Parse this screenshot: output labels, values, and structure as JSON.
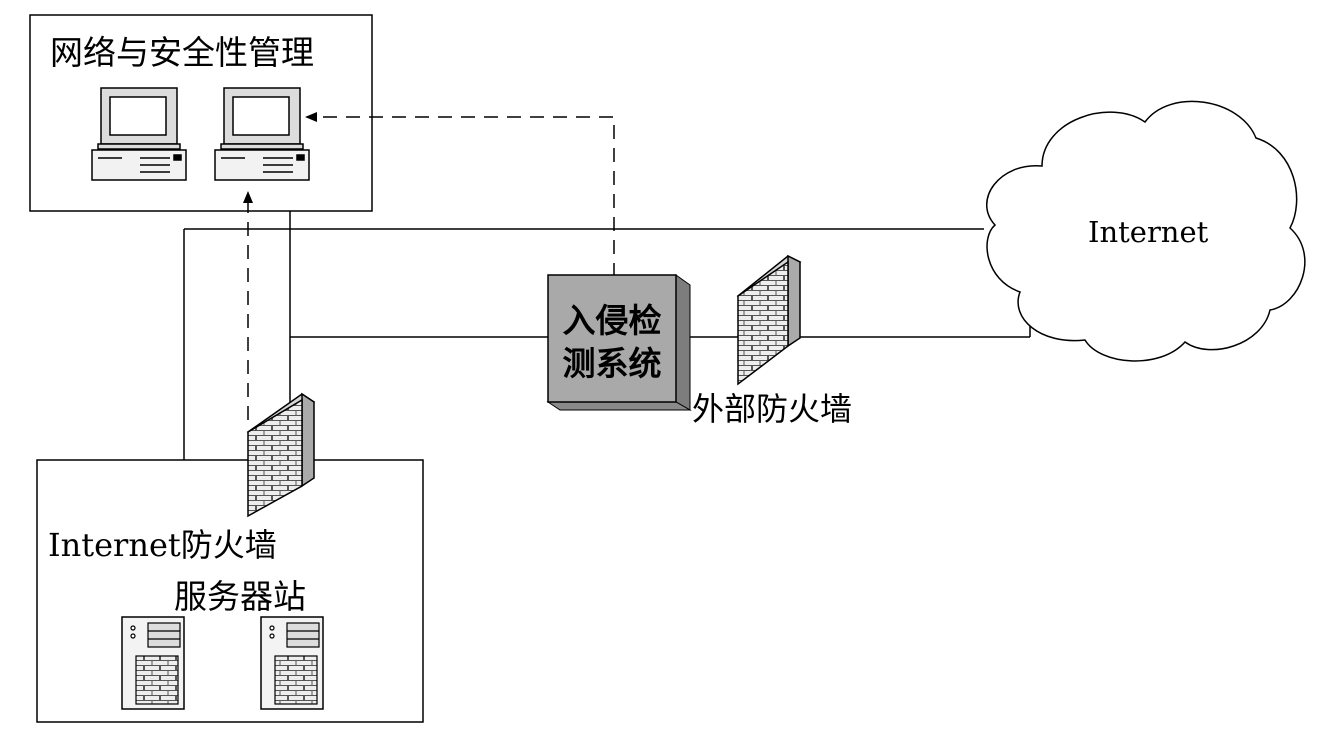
{
  "mgmt_zone": {
    "title": "网络与安全性管理"
  },
  "internet_cloud": {
    "label": "Internet"
  },
  "ids": {
    "label_line1": "入侵检",
    "label_line2": "测系统"
  },
  "external_firewall": {
    "label": "外部防火墙"
  },
  "internet_firewall": {
    "label": "Internet防火墙"
  },
  "server_zone": {
    "title": "服务器站"
  },
  "colors": {
    "line": "#000000",
    "ids_face": "#a9a9a9",
    "ids_side": "#7d7d7d",
    "wall_face": "#e9e9e9"
  }
}
